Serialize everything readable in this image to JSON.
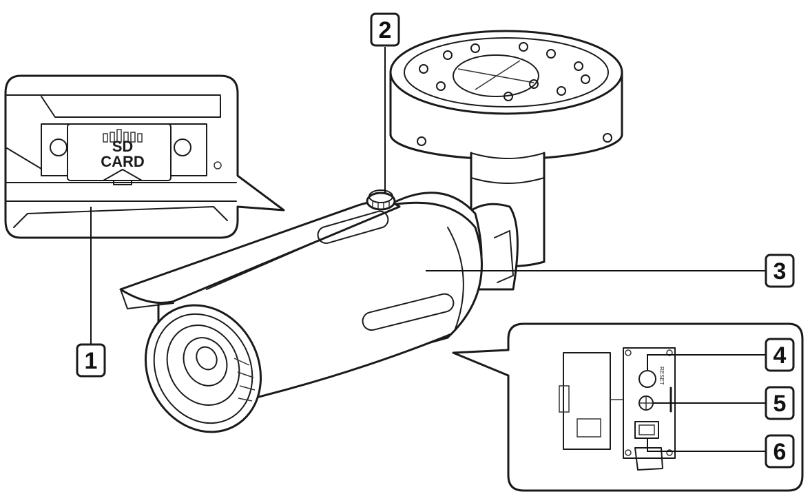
{
  "callouts": [
    {
      "id": "1",
      "text": "1"
    },
    {
      "id": "2",
      "text": "2"
    },
    {
      "id": "3",
      "text": "3"
    },
    {
      "id": "4",
      "text": "4"
    },
    {
      "id": "5",
      "text": "5"
    },
    {
      "id": "6",
      "text": "6"
    }
  ],
  "sd_slot": {
    "line1": "SD",
    "line2": "CARD"
  },
  "panel": {
    "reset": "RESET"
  },
  "colors": {
    "line": "#1a1a1a",
    "background": "#ffffff"
  }
}
